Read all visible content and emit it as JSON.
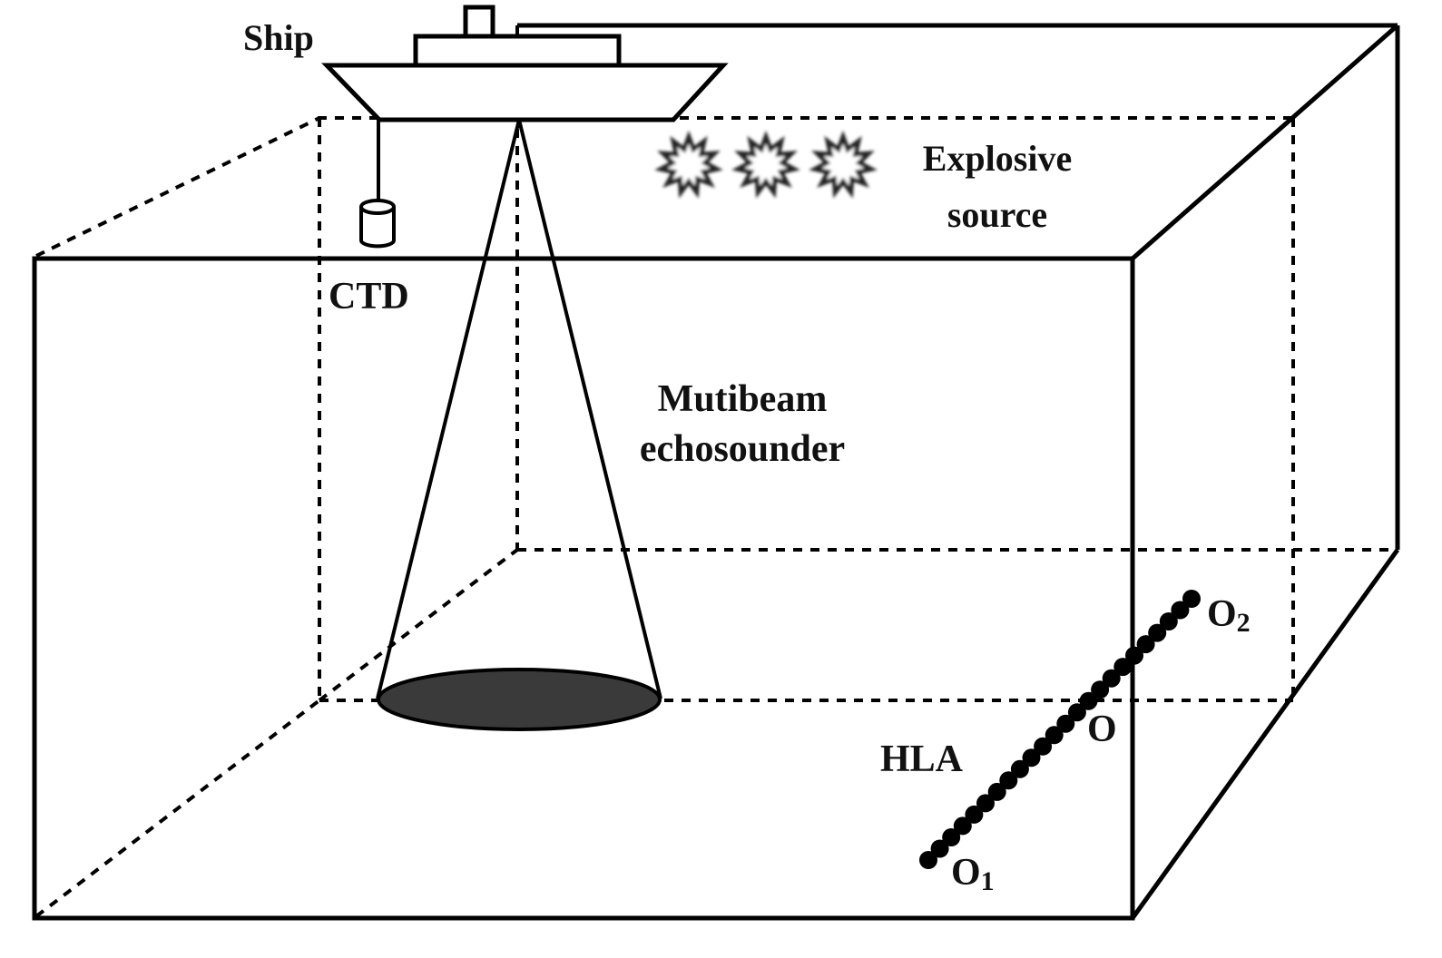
{
  "labels": {
    "ship": "Ship",
    "explosive_line1": "Explosive",
    "explosive_line2": "source",
    "ctd": "CTD",
    "multibeam_line1": "Mutibeam",
    "multibeam_line2": "echosounder",
    "hla": "HLA",
    "o": "O",
    "o1_base": "O",
    "o1_sub": "1",
    "o2_base": "O",
    "o2_sub": "2"
  },
  "colors": {
    "stroke": "#000000",
    "footprint_fill": "#3a3a3a",
    "explosion": "#222222"
  },
  "icons": [
    "ship-icon",
    "ctd-icon",
    "explosion-icon",
    "sensor-dot-icon"
  ],
  "hla": {
    "sensor_count": 24
  },
  "explosive_source": {
    "count": 3
  }
}
